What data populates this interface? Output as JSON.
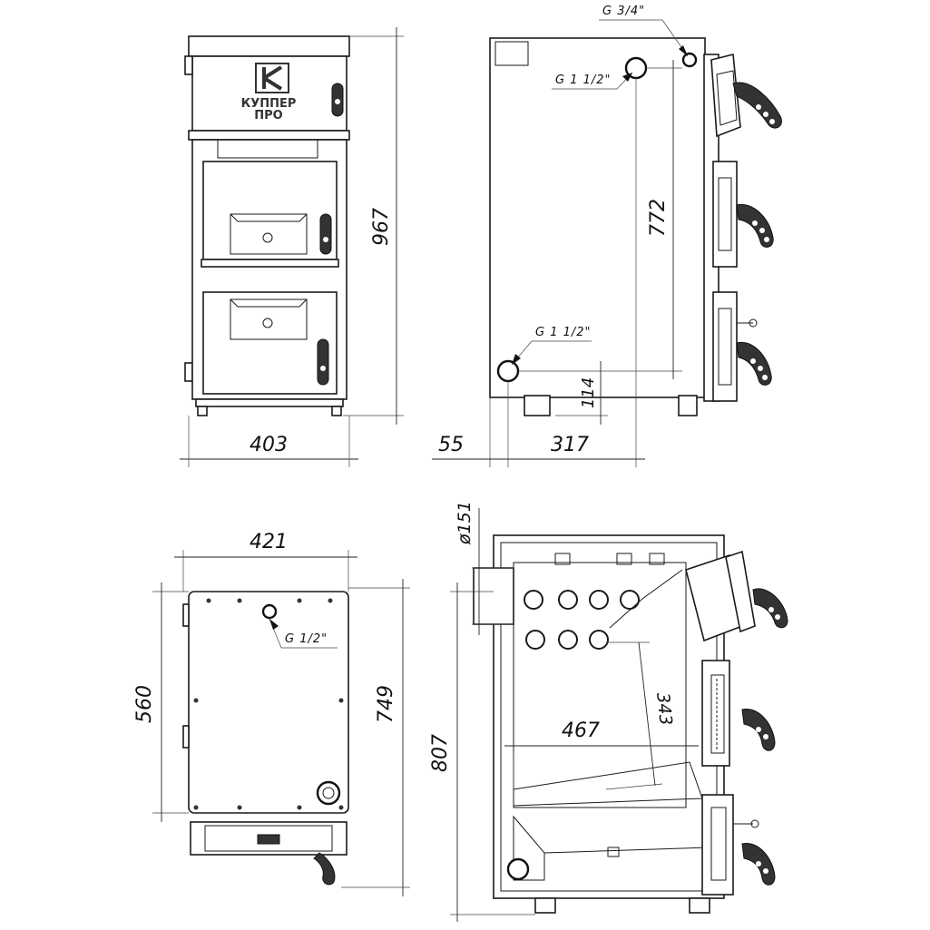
{
  "brand": {
    "line1": "КУППЕР",
    "line2": "ПРО"
  },
  "front_view": {
    "height_dim": "967",
    "width_dim": "403"
  },
  "side_view": {
    "pipe_top_small": "G 3/4\"",
    "pipe_top_large": "G 1 1/2\"",
    "pipe_bottom": "G 1 1/2\"",
    "height_between_pipes": "772",
    "bottom_pipe_height": "114",
    "offset_dim": "55",
    "depth_dim": "317"
  },
  "back_view": {
    "width_dim": "421",
    "pipe_label": "G 1/2\"",
    "inner_height_dim": "560",
    "total_height_dim": "749"
  },
  "section_view": {
    "flue_dim": "ø151",
    "height_dim": "807",
    "depth_dim": "467",
    "chamber_dim": "343"
  }
}
